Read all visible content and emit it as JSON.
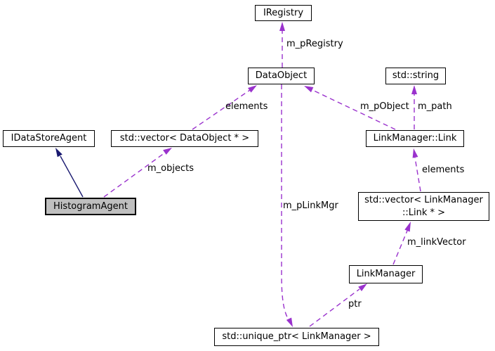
{
  "diagram": {
    "kind": "doxygen-collaboration-graph",
    "colors": {
      "edge_dashed": "#9a32cd",
      "edge_inheritance": "#191970",
      "node_border": "#000000",
      "node_fill": "#ffffff",
      "focus_fill": "#bfbfbf",
      "text": "#000000"
    },
    "nodes": [
      {
        "id": "iregistry",
        "label": "IRegistry"
      },
      {
        "id": "dataobject",
        "label": "DataObject"
      },
      {
        "id": "std-string",
        "label": "std::string"
      },
      {
        "id": "idatastoreagent",
        "label": "IDataStoreAgent"
      },
      {
        "id": "std-vector-dataobject",
        "label": "std::vector< DataObject * >"
      },
      {
        "id": "linkmanager-link",
        "label": "LinkManager::Link"
      },
      {
        "id": "histogramagent",
        "label": "HistogramAgent"
      },
      {
        "id": "std-vector-linkmanager-link",
        "label": "std::vector< LinkManager\n::Link * >"
      },
      {
        "id": "linkmanager",
        "label": "LinkManager"
      },
      {
        "id": "std-unique-ptr-linkmanager",
        "label": "std::unique_ptr< LinkManager >"
      }
    ],
    "edges": [
      {
        "from": "DataObject",
        "to": "IRegistry",
        "label": "m_pRegistry",
        "style": "dashed"
      },
      {
        "from": "std::vector< DataObject * >",
        "to": "DataObject",
        "label": "elements",
        "style": "dashed"
      },
      {
        "from": "LinkManager::Link",
        "to": "DataObject",
        "label": "m_pObject",
        "style": "dashed"
      },
      {
        "from": "LinkManager::Link",
        "to": "std::string",
        "label": "m_path",
        "style": "dashed"
      },
      {
        "from": "HistogramAgent",
        "to": "IDataStoreAgent",
        "label": "",
        "style": "solid-inheritance"
      },
      {
        "from": "HistogramAgent",
        "to": "std::vector< DataObject * >",
        "label": "m_objects",
        "style": "dashed"
      },
      {
        "from": "std::vector< LinkManager::Link * >",
        "to": "LinkManager::Link",
        "label": "elements",
        "style": "dashed"
      },
      {
        "from": "LinkManager",
        "to": "std::vector< LinkManager::Link * >",
        "label": "m_linkVector",
        "style": "dashed"
      },
      {
        "from": "std::unique_ptr< LinkManager >",
        "to": "LinkManager",
        "label": "ptr",
        "style": "dashed"
      },
      {
        "from": "DataObject",
        "to": "std::unique_ptr< LinkManager >",
        "label": "m_pLinkMgr",
        "style": "dashed"
      }
    ]
  }
}
